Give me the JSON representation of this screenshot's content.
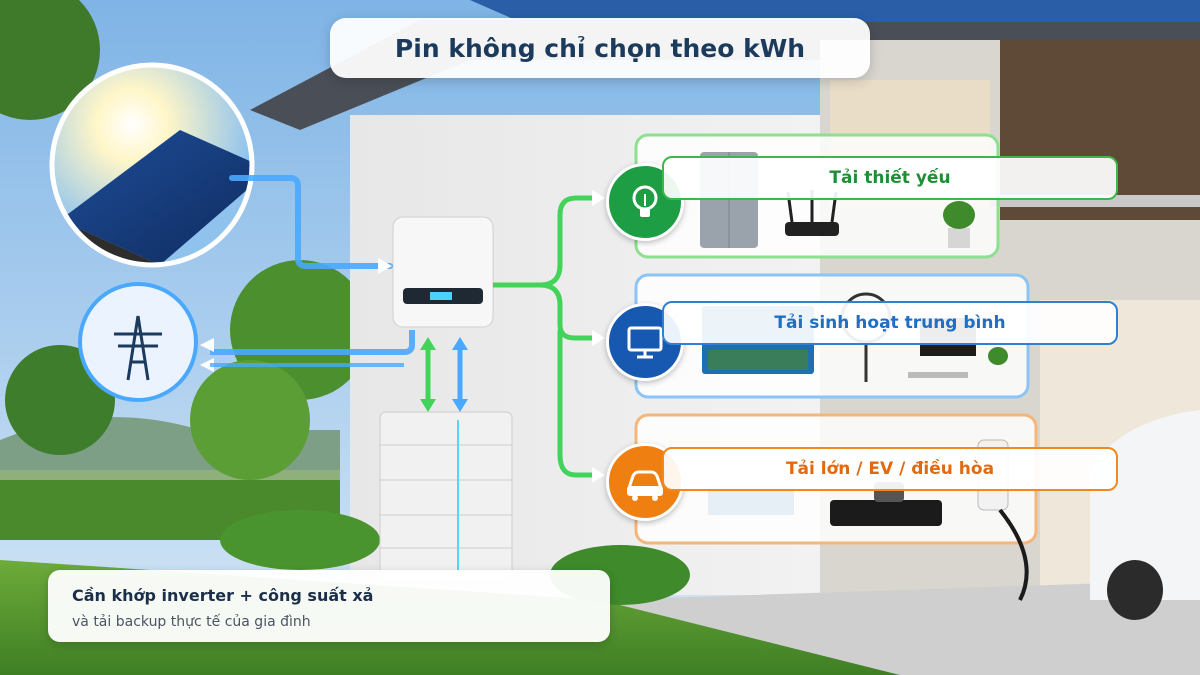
{
  "title": "Pin không chỉ chọn theo kWh",
  "loads": [
    {
      "label": "Tải thiết yếu",
      "icon": "lightbulb-icon",
      "color": "#3cb84a"
    },
    {
      "label": "Tải sinh hoạt trung bình",
      "icon": "monitor-icon",
      "color": "#1f6fc4"
    },
    {
      "label": "Tải lớn / EV / điều hòa",
      "icon": "car-icon",
      "color": "#f08a1f"
    }
  ],
  "note": {
    "title": "Cần khớp inverter + công suất xả",
    "subtitle": "và tải backup thực tế của gia đình"
  },
  "colors": {
    "solar_flow": "#4aa8ff",
    "load_flow": "#43d35a",
    "grid": "#1f6fc4"
  }
}
